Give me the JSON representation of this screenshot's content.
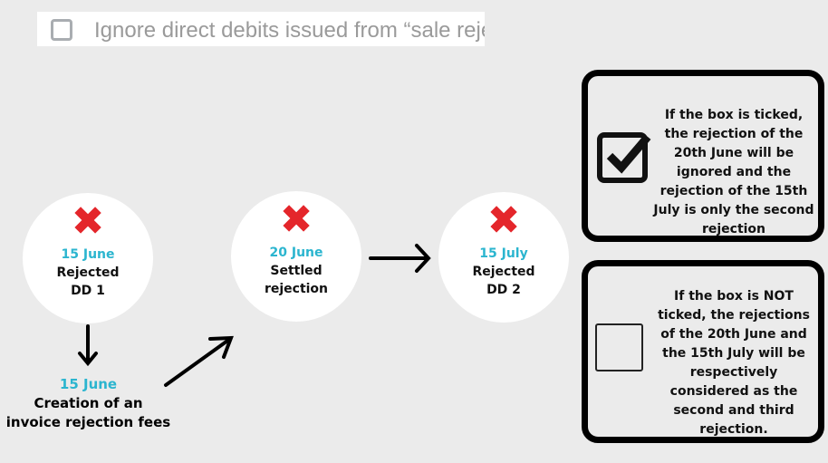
{
  "setting": {
    "label": "Ignore direct debits issued from “sale rejec"
  },
  "nodes": [
    {
      "icon": "cross-icon",
      "date": "15 June",
      "line1": "Rejected",
      "line2": "DD 1"
    },
    {
      "icon": "cross-icon",
      "date": "20 June",
      "line1": "Settled",
      "line2": "rejection"
    },
    {
      "icon": "cross-icon",
      "date": "15 July",
      "line1": "Rejected",
      "line2": "DD 2"
    }
  ],
  "fees": {
    "date": "15 June",
    "line1": "Creation of an",
    "line2": "invoice rejection fees"
  },
  "ticked": {
    "text": "If the box is ticked, the rejection of the 20th June will be ignored and the rejection of the 15th July is only the second rejection"
  },
  "unticked": {
    "text": "If the box is NOT ticked, the rejections of the 20th June and the 15th July will be respectively considered as the second and third rejection."
  },
  "colors": {
    "date": "#2bb5cf",
    "cross": "#e4262b"
  }
}
